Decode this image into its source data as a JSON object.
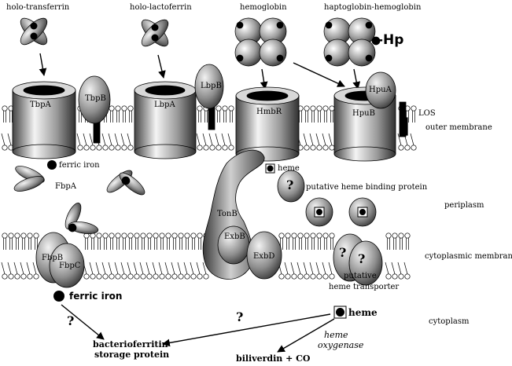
{
  "ligands": {
    "holo_transferrin": "holo-transferrin",
    "holo_lactoferrin": "holo-lactoferrin",
    "hemoglobin": "hemoglobin",
    "haptoglobin_hemoglobin": "haptoglobin-hemoglobin",
    "hp": "-Hp"
  },
  "proteins": {
    "tbpA": "TbpA",
    "tbpB": "TbpB",
    "lbpA": "LbpA",
    "lbpB": "LbpB",
    "hmbR": "HmbR",
    "hpuA": "HpuA",
    "hpuB": "HpuB",
    "fbpA": "FbpA",
    "fbpB": "FbpB",
    "fbpC": "FbpC",
    "tonB": "TonB",
    "exbB": "ExbB",
    "exbD": "ExbD"
  },
  "annotations": {
    "los": "LOS",
    "ferric_iron_top": "ferric iron",
    "heme_small": "heme",
    "putative_heme_binding": "putative heme binding protein",
    "putative": "putative",
    "heme_transporter": "heme transporter",
    "ferric_iron_bottom": "ferric iron",
    "heme_bottom": "heme",
    "question": "?",
    "bacterioferritin": "bacterioferritin",
    "storage_protein": "storage protein",
    "heme_oxygenase_1": "heme",
    "heme_oxygenase_2": "oxygenase",
    "biliverdin": "biliverdin + CO"
  },
  "compartments": {
    "outer_membrane": "outer membrane",
    "periplasm": "periplasm",
    "cytoplasmic_membrane": "cytoplasmic membrane",
    "cytoplasm": "cytoplasm"
  }
}
